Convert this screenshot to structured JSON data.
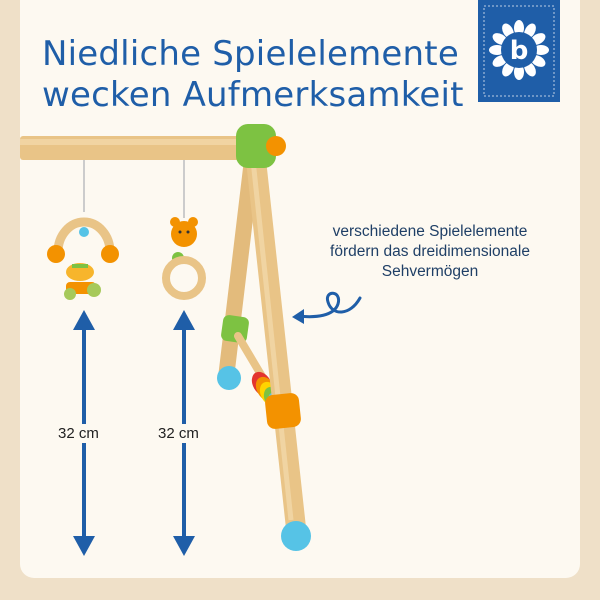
{
  "headline": {
    "line1": "Niedliche Spielelemente",
    "line2": "wecken Aufmerksamkeit"
  },
  "brand": {
    "letter": "b",
    "icon": "brand-flower-badge"
  },
  "callout": {
    "line1": "verschiedene Spielelemente",
    "line2": "fördern das dreidimensionale",
    "line3": "Sehvermögen"
  },
  "dimensions": [
    {
      "label": "32 cm"
    },
    {
      "label": "32 cm"
    }
  ],
  "colors": {
    "text_blue": "#1f5ea8",
    "wood": "#e9c487",
    "green": "#7dc242",
    "orange": "#f39200",
    "aqua": "#56c3e6",
    "background": "#efe0c8"
  }
}
